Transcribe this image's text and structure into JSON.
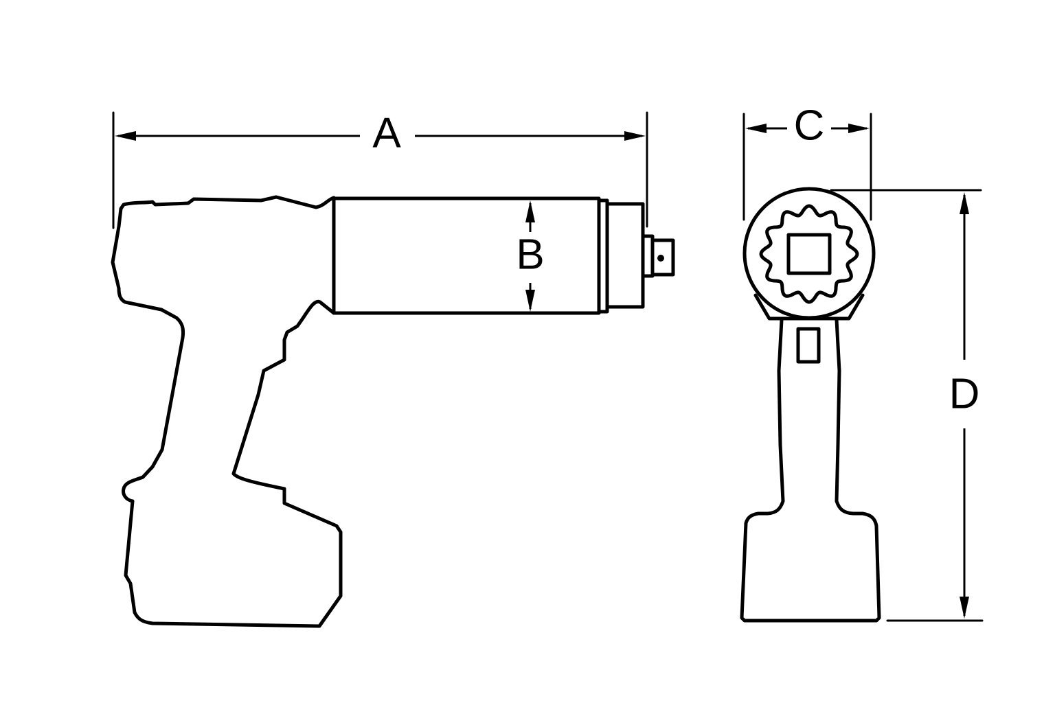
{
  "dimensions": {
    "a": {
      "label": "A"
    },
    "b": {
      "label": "B"
    },
    "c": {
      "label": "C"
    },
    "d": {
      "label": "D"
    }
  },
  "views": {
    "side": {
      "name": "side-view"
    },
    "front": {
      "name": "front-view"
    }
  },
  "colors": {
    "line": "#000000",
    "background": "#ffffff"
  }
}
